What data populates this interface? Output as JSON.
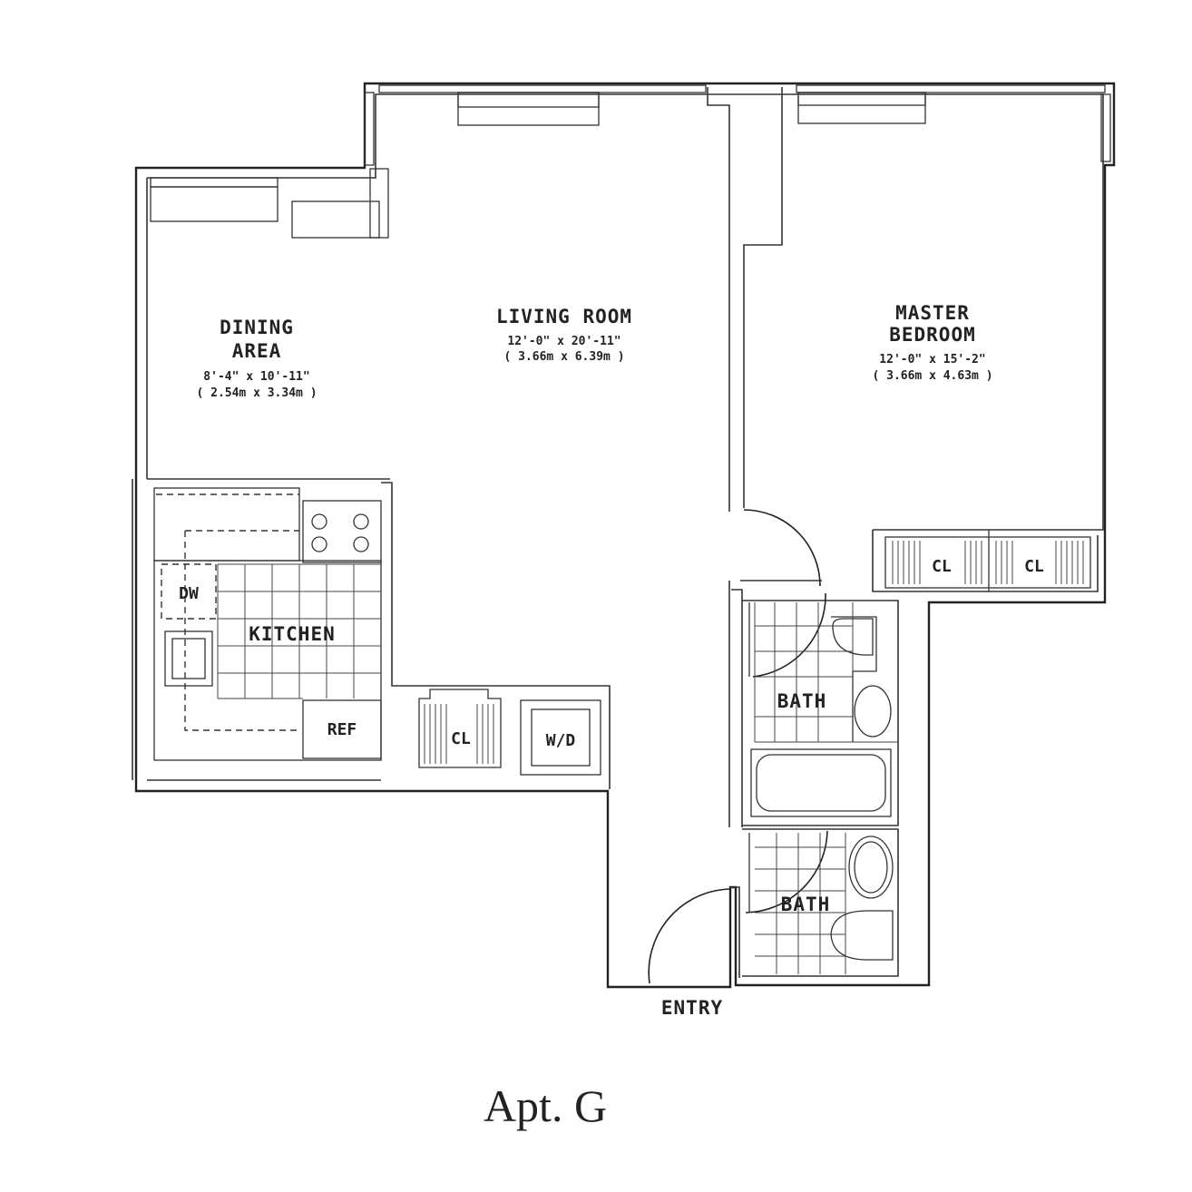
{
  "plan": {
    "caption": "Apt. G",
    "rooms": {
      "dining": {
        "name_line1": "DINING",
        "name_line2": "AREA",
        "dim_imperial": "8'-4\" x 10'-11\"",
        "dim_metric": "( 2.54m x 3.34m )"
      },
      "living": {
        "name": "LIVING ROOM",
        "dim_imperial": "12'-0\" x 20'-11\"",
        "dim_metric": "( 3.66m x 6.39m )"
      },
      "bedroom": {
        "name_line1": "MASTER",
        "name_line2": "BEDROOM",
        "dim_imperial": "12'-0\" x 15'-2\"",
        "dim_metric": "( 3.66m x 4.63m )"
      },
      "kitchen": {
        "name": "KITCHEN"
      },
      "bath_upper": {
        "name": "BATH"
      },
      "bath_lower": {
        "name": "BATH"
      },
      "entry": {
        "name": "ENTRY"
      }
    },
    "fixtures": {
      "dishwasher": "DW",
      "refrigerator": "REF",
      "closet_hall": "CL",
      "washer_dryer": "W/D",
      "closet_bedroom_left": "CL",
      "closet_bedroom_right": "CL"
    }
  }
}
